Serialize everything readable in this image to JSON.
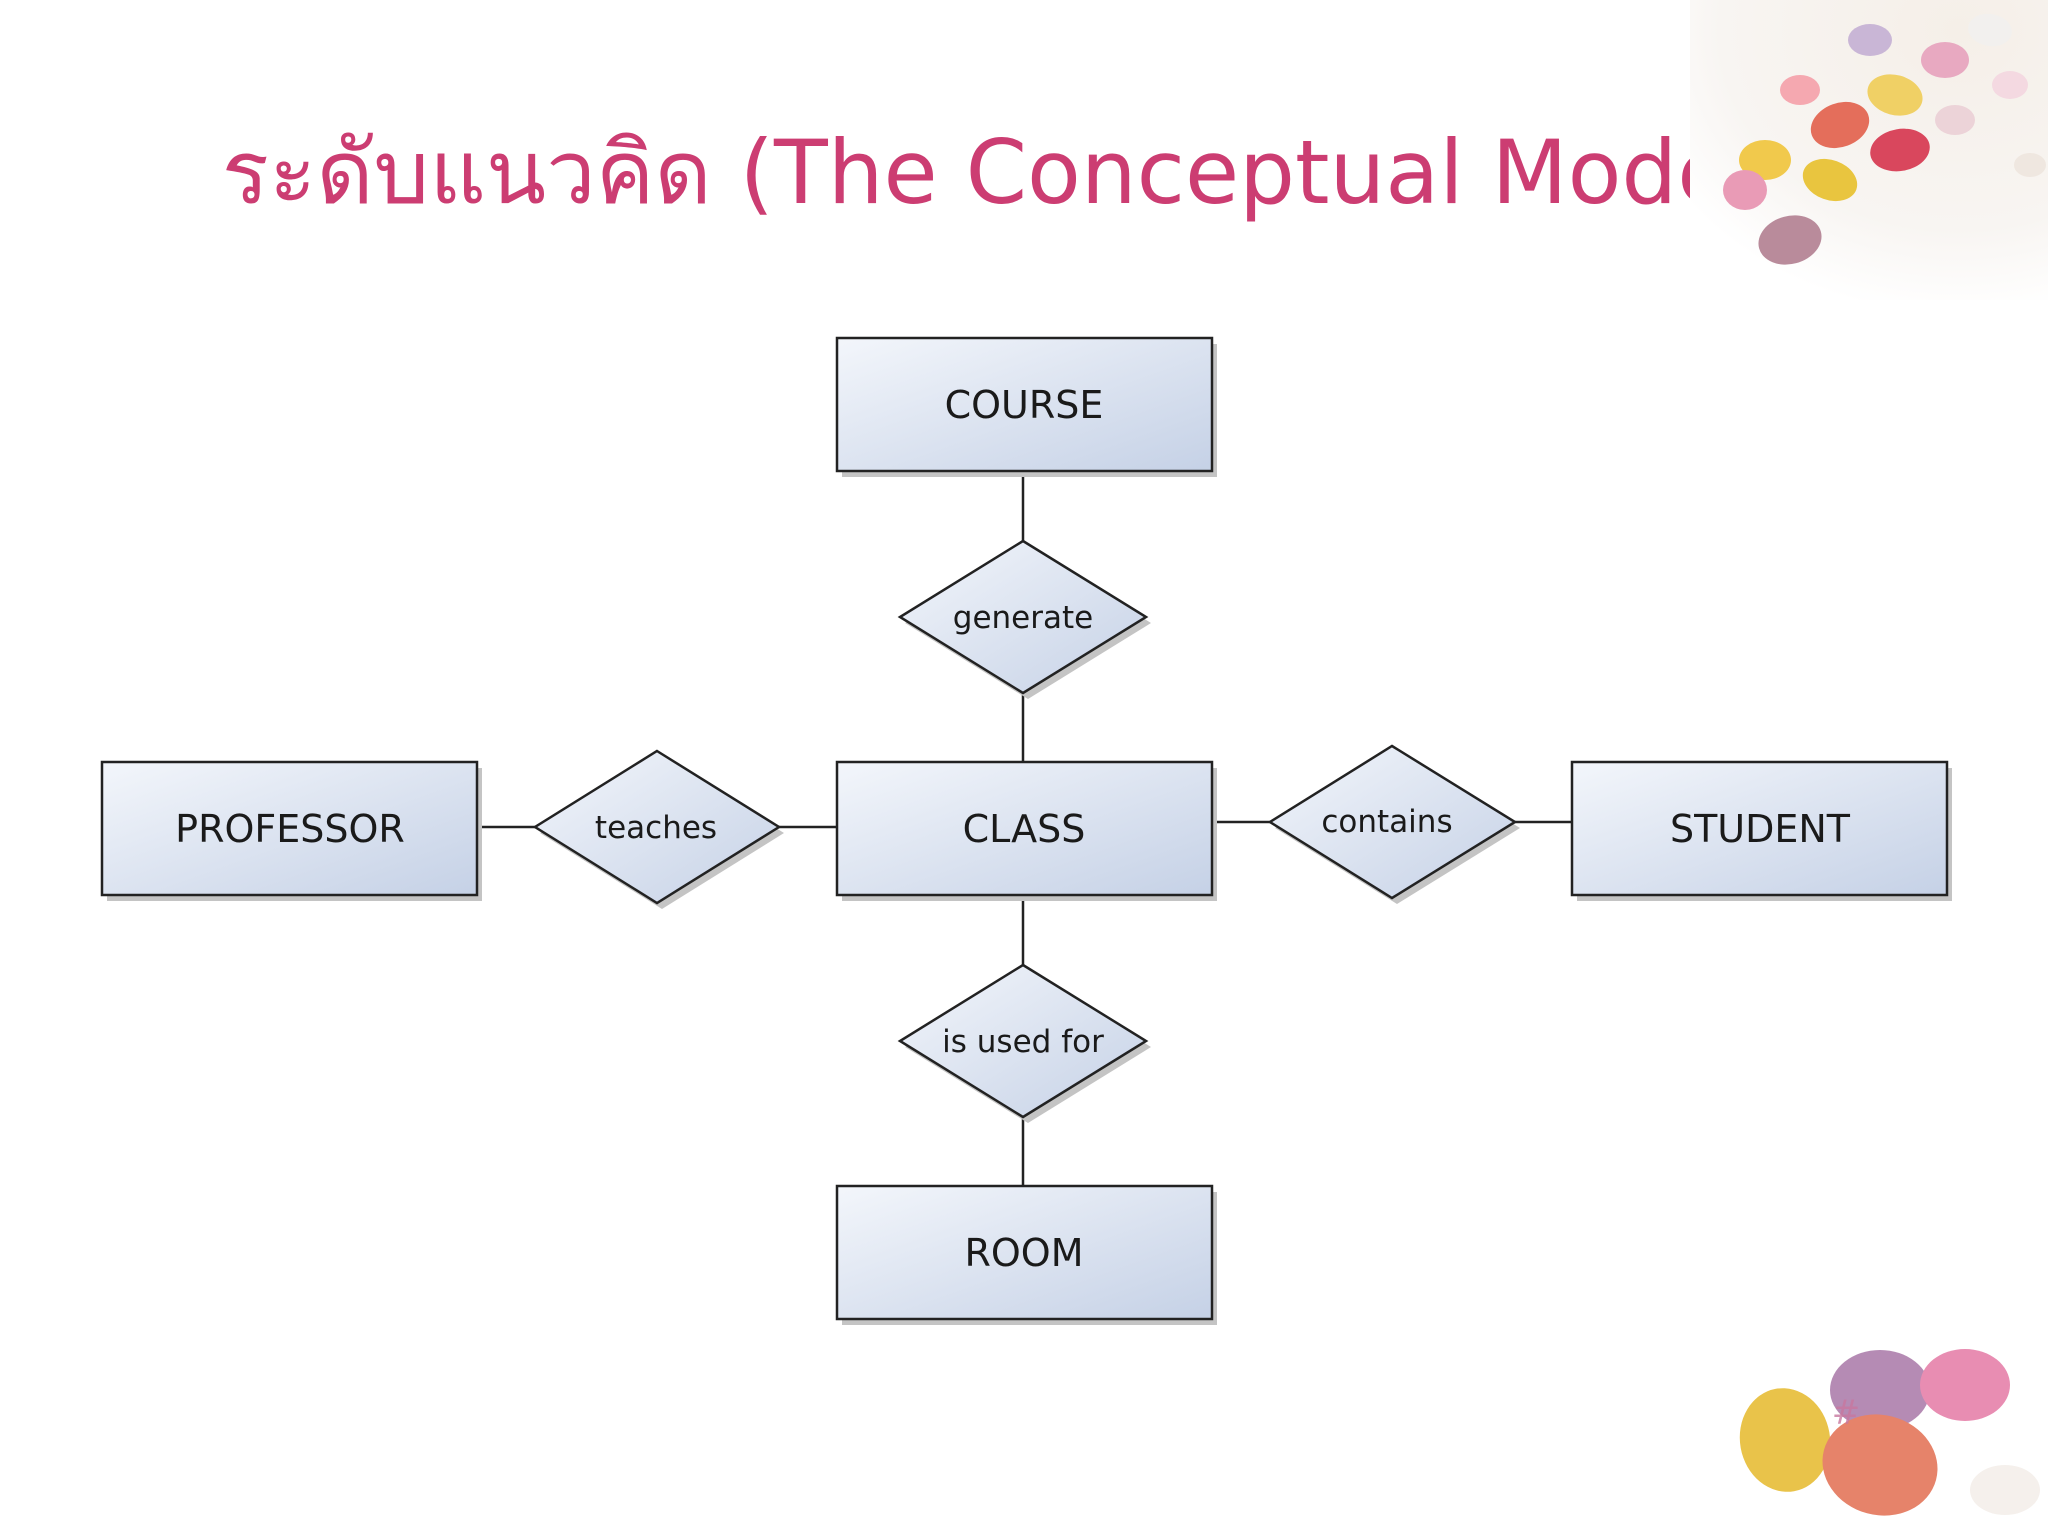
{
  "slide": {
    "title": "ระดับแนวคิด (The Conceptual Model)",
    "slide_number": "#"
  },
  "colors": {
    "title": "#cc3d72",
    "entity_fill_light": "#f3f6fb",
    "entity_fill_dark": "#c5d1e6",
    "outline": "#222222",
    "shadow": "#bfbfbf"
  },
  "diagram": {
    "entities": [
      {
        "id": "course",
        "label": "COURSE"
      },
      {
        "id": "professor",
        "label": "PROFESSOR"
      },
      {
        "id": "class",
        "label": "CLASS"
      },
      {
        "id": "student",
        "label": "STUDENT"
      },
      {
        "id": "room",
        "label": "ROOM"
      }
    ],
    "relationships": [
      {
        "id": "generate",
        "label": "generate",
        "from": "course",
        "to": "class"
      },
      {
        "id": "teaches",
        "label": "teaches",
        "from": "professor",
        "to": "class"
      },
      {
        "id": "contains",
        "label": "contains",
        "from": "class",
        "to": "student"
      },
      {
        "id": "used-for",
        "label": "is used for",
        "from": "class",
        "to": "room"
      }
    ]
  }
}
